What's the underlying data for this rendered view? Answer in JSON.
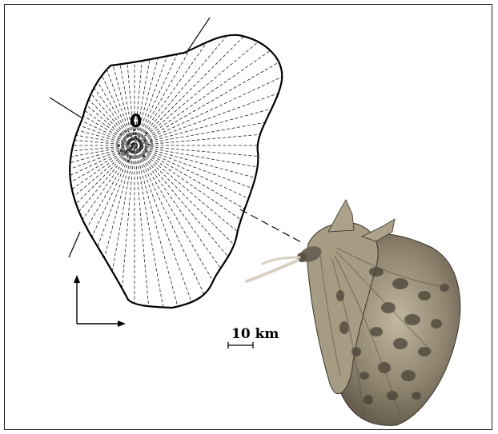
{
  "diagram": {
    "origin_label": "0",
    "scale_label": "10 km",
    "colors": {
      "outline": "#000000",
      "background": "#ffffff",
      "wing_base": "#9a8e78",
      "wing_dark": "#4a4236"
    },
    "icons": [
      "butterfly-illustration",
      "north-arrow",
      "east-arrow",
      "scale-bar"
    ]
  }
}
